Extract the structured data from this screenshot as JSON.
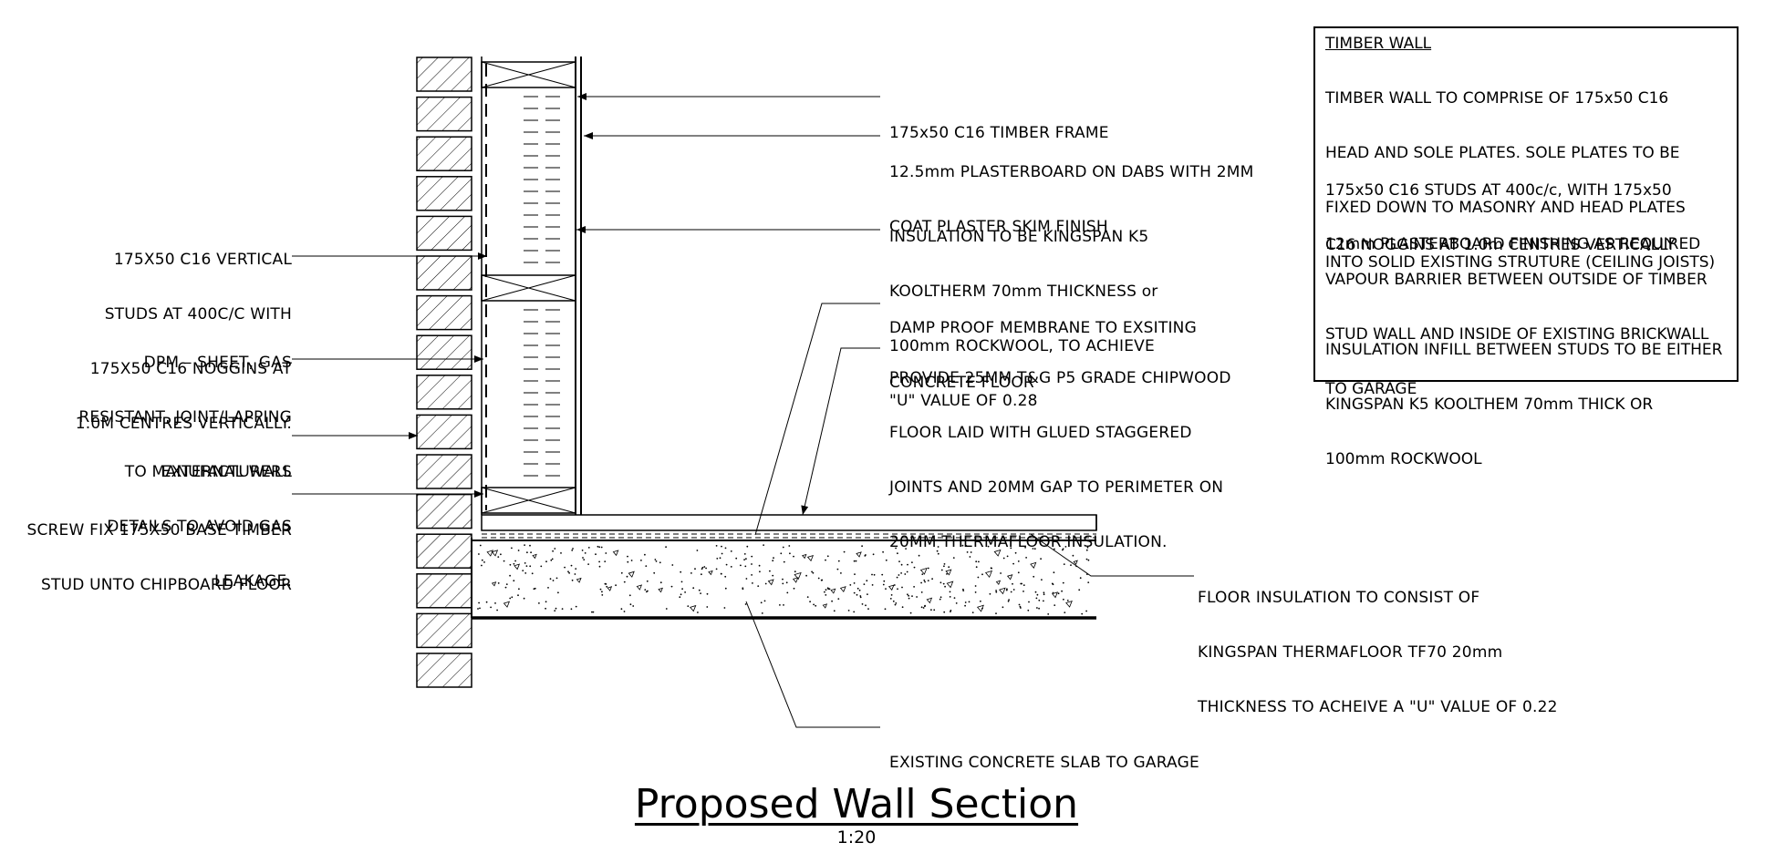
{
  "drawing": {
    "title": "Proposed Wall Section",
    "scale": "1:20"
  },
  "labels_left": {
    "studs": [
      "175X50 C16 VERTICAL",
      "STUDS AT 400C/C WITH",
      "175X50 C16 NOGGINS AT",
      "1.0M CENTRES VERTICALLY."
    ],
    "dpm": [
      "DPM – SHEET, GAS",
      "RESISTANT, JOINT/LAPPING",
      "TO MANUFACTURERS",
      "DETAILS TO AVOID GAS",
      "LEAKAGE."
    ],
    "external_wall": [
      "EXTERNAL WALL"
    ],
    "base_stud": [
      "SCREW FIX 175X50 BASE TIMBER",
      "STUD UNTO CHIPBOARD FLOOR"
    ]
  },
  "labels_right": {
    "frame": [
      "175x50 C16 TIMBER FRAME"
    ],
    "plasterboard": [
      "12.5mm PLASTERBOARD ON DABS WITH 2MM",
      "COAT PLASTER SKIM FINISH"
    ],
    "insulation": [
      "INSULATION TO BE KINGSPAN K5",
      "KOOLTHERM 70mm THICKNESS or",
      "100mm ROCKWOOL, TO ACHIEVE",
      "\"U\" VALUE OF 0.28"
    ],
    "dpm_floor": [
      "DAMP PROOF MEMBRANE TO EXSITING",
      "CONCRETE FLOOR"
    ],
    "chipwood": [
      "PROVIDE 25MM T&G P5 GRADE CHIPWOOD",
      "FLOOR LAID WITH GLUED STAGGERED",
      "JOINTS AND 20MM GAP TO PERIMETER ON",
      "20MM THERMAFLOOR INSULATION."
    ],
    "floor_insulation": [
      "FLOOR INSULATION TO CONSIST OF",
      "KINGSPAN THERMAFLOOR TF70 20mm",
      "THICKNESS TO ACHEIVE A \"U\" VALUE OF 0.22"
    ],
    "slab": [
      "EXISTING CONCRETE SLAB TO GARAGE"
    ]
  },
  "notes": {
    "heading": "TIMBER WALL",
    "paragraphs": [
      [
        "TIMBER WALL TO COMPRISE OF 175x50 C16",
        "HEAD AND SOLE PLATES. SOLE PLATES TO BE",
        "FIXED DOWN TO MASONRY AND HEAD PLATES",
        "INTO SOLID EXISTING STRUTURE (CEILING JOISTS)"
      ],
      [
        "175x50 C16 STUDS AT 400c/c, WITH 175x50",
        "C16 NOGGINS AT 1.0m CENTRES VERTICALLY"
      ],
      [
        "12mm PLASTERBOARD FINISHING AS REQUIRED"
      ],
      [
        "VAPOUR BARRIER BETWEEN OUTSIDE OF TIMBER",
        "STUD WALL AND INSIDE OF EXISTING BRICKWALL",
        "TO GARAGE"
      ],
      [
        "INSULATION INFILL BETWEEN STUDS TO BE EITHER",
        "KINGSPAN K5 KOOLTHEM 70mm THICK OR",
        "100mm ROCKWOOL"
      ]
    ]
  }
}
